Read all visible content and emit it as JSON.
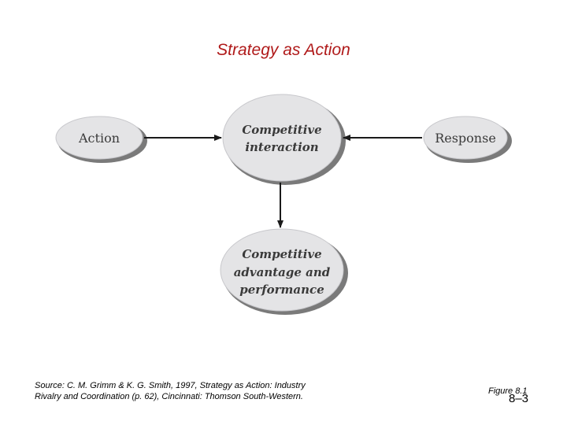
{
  "title": "Strategy as Action",
  "nodes": {
    "action": {
      "label": "Action"
    },
    "response": {
      "label": "Response"
    },
    "interaction": {
      "line1": "Competitive",
      "line2": "interaction"
    },
    "advantage": {
      "line1": "Competitive",
      "line2": "advantage and",
      "line3": "performance"
    }
  },
  "source": {
    "line1": "Source: C. M. Grimm & K. G. Smith, 1997, Strategy as Action: Industry",
    "line2": "Rivalry and Coordination (p. 62), Cincinnati: Thomson South-Western."
  },
  "figure_label": "Figure 8.1",
  "page_number": "8–3",
  "colors": {
    "title": "#b01a1a",
    "node_fill": "#e4e4e6",
    "node_shadow": "#7a7a7a",
    "arrow": "#1a1a1a"
  }
}
